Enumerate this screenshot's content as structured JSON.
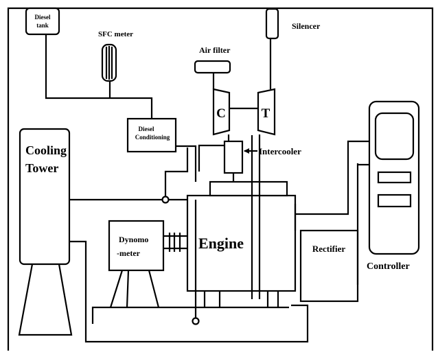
{
  "labels": {
    "diesel_tank": [
      "Diesel",
      "tank"
    ],
    "sfc_meter": "SFC meter",
    "silencer": "Silencer",
    "air_filter": "Air filter",
    "compressor": "C",
    "turbine": "T",
    "diesel_conditioning": [
      "Diesel",
      "Conditioning"
    ],
    "intercooler": "Intercooler",
    "cooling_tower": [
      "Cooling",
      "Tower"
    ],
    "dynamometer": [
      "Dynomo",
      "-meter"
    ],
    "engine": "Engine",
    "rectifier": "Rectifier",
    "controller": "Controller"
  }
}
